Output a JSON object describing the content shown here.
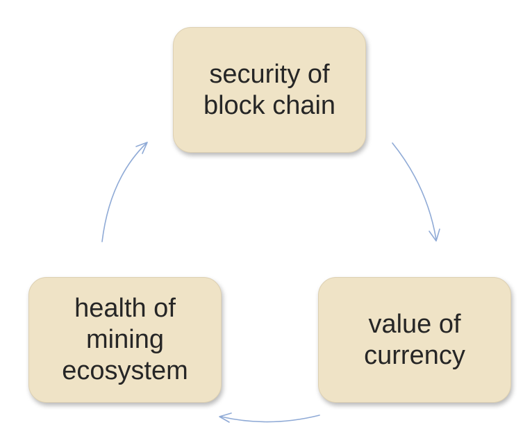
{
  "diagram": {
    "type": "cycle",
    "nodes": [
      {
        "id": "security",
        "label": "security of\nblock chain"
      },
      {
        "id": "value",
        "label": "value of\ncurrency"
      },
      {
        "id": "health",
        "label": "health of\nmining\necosystem"
      }
    ],
    "edges": [
      {
        "from": "security",
        "to": "value"
      },
      {
        "from": "value",
        "to": "health"
      },
      {
        "from": "health",
        "to": "security"
      }
    ],
    "colors": {
      "node_fill": "#efe3c6",
      "node_border": "#ddd0b2",
      "arrow": "#8faad6",
      "text": "#262626"
    }
  }
}
